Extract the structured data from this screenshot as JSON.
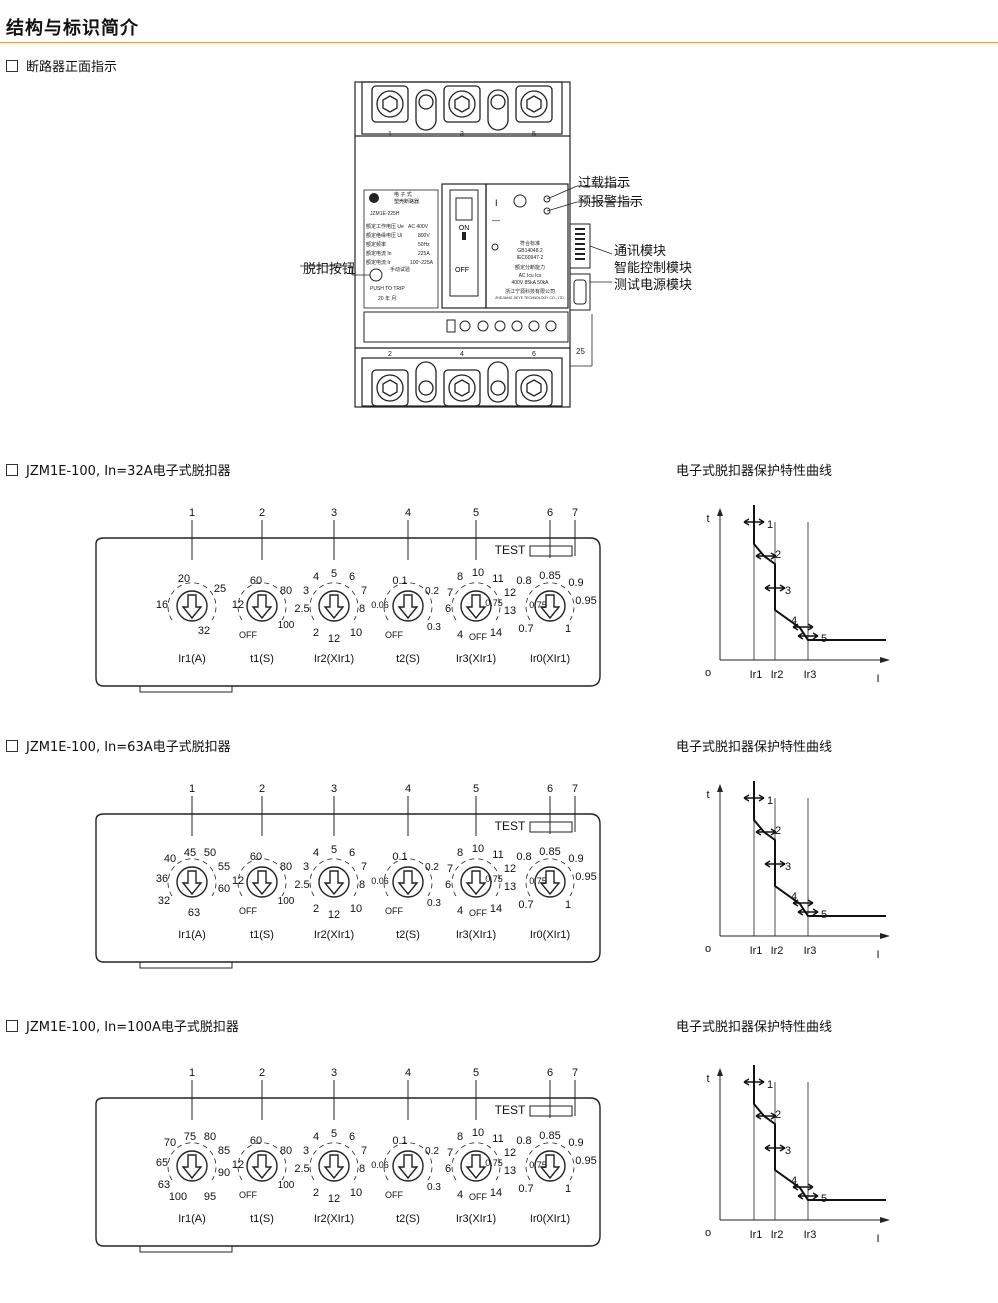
{
  "heading": "结构与标识简介",
  "front_label": "断路器正面指示",
  "breaker": {
    "overload": "过载指示",
    "prealarm": "预报警指示",
    "trip_button": "脱扣按钮",
    "modules": [
      "通讯模块",
      "智能控制模块",
      "测试电源模块"
    ],
    "dim": "25",
    "on": "ON",
    "off": "OFF",
    "i_mark": "I",
    "dash_mark": "—",
    "nameplate_title": "电 子 式",
    "nameplate_sub": "塑壳断路器",
    "model": "JZM1E-225H",
    "rows": [
      [
        "额定工作电压 Ue",
        "AC 400V"
      ],
      [
        "额定绝缘电压 Ui",
        "800V"
      ],
      [
        "额定频率",
        "50Hz"
      ],
      [
        "额定电流 In",
        "225A"
      ],
      [
        "额定电流 Ir",
        "100~225A"
      ]
    ],
    "push": "PUSH TO TRIP",
    "date": "20   年   月",
    "trip_small": "手动试验",
    "std_lines": [
      "符合标准",
      "GB14048.2",
      "IEC60947-2"
    ],
    "breaking": "额定分断能力",
    "table": [
      "AC   Icu   Ics",
      "400V 85kA 50kA"
    ],
    "maker": "浙江宁源科技有限公司",
    "maker_en": "ZHEJIANG JIEYE TECHNOLOGY CO., LTD.",
    "top_terminals": [
      "1",
      "3",
      "5"
    ],
    "bot_terminals": [
      "2",
      "4",
      "6"
    ]
  },
  "curve_title": "电子式脱扣器保护特性曲线",
  "curve": {
    "t": "t",
    "o": "o",
    "i": "I",
    "marks": [
      "1",
      "2",
      "3",
      "4",
      "5"
    ],
    "xlabels": [
      "Ir1",
      "Ir2",
      "Ir3"
    ]
  },
  "panel_common": {
    "test": "TEST",
    "callouts": [
      "1",
      "2",
      "3",
      "4",
      "5",
      "6",
      "7"
    ],
    "t1": {
      "label": "t1(S)",
      "top": "60",
      "l1": "12",
      "r1": "80",
      "r2": "100",
      "off": "OFF"
    },
    "ir2": {
      "label": "Ir2(XIr1)",
      "vals": [
        "4",
        "5",
        "6",
        "3",
        "7",
        "2.5",
        "8",
        "2",
        "12",
        "10"
      ]
    },
    "t2": {
      "label": "t2(S)",
      "top": "0.1",
      "l1": "0.06",
      "r1": "0.2",
      "r2": "0.3",
      "off": "OFF"
    },
    "ir3": {
      "label": "Ir3(XIr1)",
      "vals": [
        "8",
        "10",
        "11",
        "7",
        "12",
        "6",
        "13",
        "4",
        "14",
        "OFF",
        "0.75"
      ]
    },
    "ir0": {
      "label": "Ir0(XIr1)",
      "vals": [
        "0.8",
        "0.85",
        "0.9",
        "0.95",
        "0.7",
        "1",
        "0.75"
      ]
    }
  },
  "panels": [
    {
      "title": "JZM1E-100, In=32A电子式脱扣器",
      "ir1": {
        "label": "Ir1(A)",
        "vals": [
          "20",
          "25",
          "16",
          "32"
        ]
      }
    },
    {
      "title": "JZM1E-100, In=63A电子式脱扣器",
      "ir1": {
        "label": "Ir1(A)",
        "vals": [
          "45",
          "50",
          "40",
          "55",
          "36",
          "60",
          "32",
          "63"
        ]
      }
    },
    {
      "title": "JZM1E-100, In=100A电子式脱扣器",
      "ir1": {
        "label": "Ir1(A)",
        "vals": [
          "75",
          "80",
          "70",
          "85",
          "65",
          "90",
          "63",
          "95",
          "100"
        ]
      }
    }
  ]
}
